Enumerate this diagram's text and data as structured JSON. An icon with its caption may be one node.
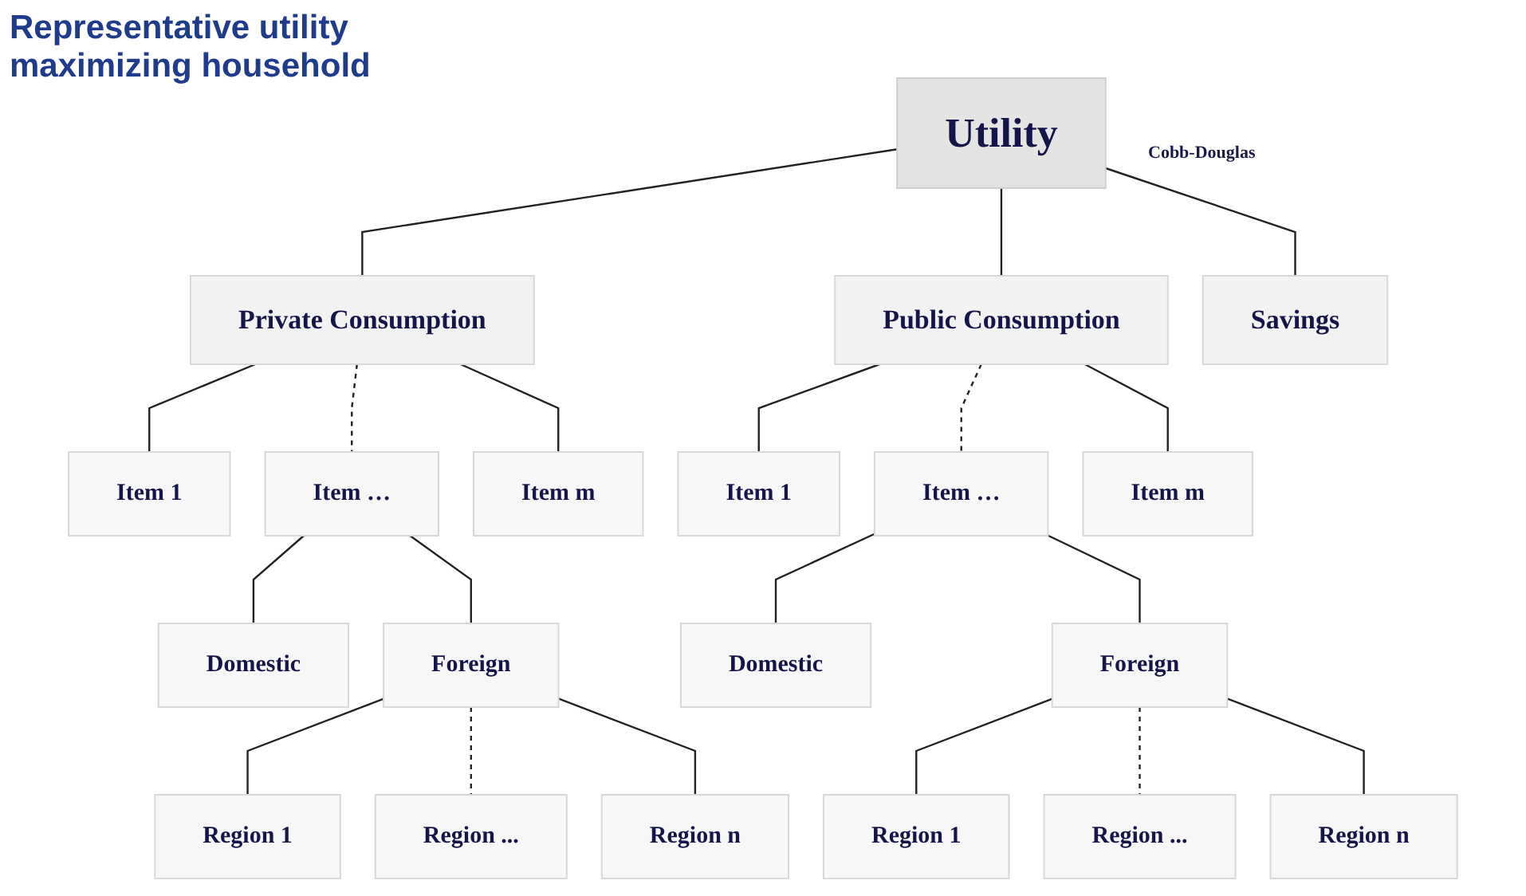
{
  "diagram": {
    "title": "Representative utility maximizing household",
    "nodes": [
      {
        "text": [
          "Utility"
        ]
      },
      {
        "text": [
          "Private Consumption"
        ]
      },
      {
        "text": [
          "Public Consumption"
        ]
      },
      {
        "text": [
          "Savings"
        ]
      },
      {
        "text": [
          "Item 1"
        ]
      },
      {
        "text": [
          "Item …"
        ]
      },
      {
        "text": [
          "Item m"
        ]
      },
      {
        "text": [
          "Domestic"
        ]
      },
      {
        "text": [
          "Foreign"
        ]
      },
      {
        "text": [
          "Region 1"
        ]
      },
      {
        "text": [
          "Region ..."
        ]
      },
      {
        "text": [
          "Region n"
        ]
      },
      {
        "text": [
          "Item 1"
        ]
      },
      {
        "text": [
          "Item …"
        ]
      },
      {
        "text": [
          "Item m"
        ]
      },
      {
        "text": [
          "Domestic"
        ]
      },
      {
        "text": [
          "Foreign"
        ]
      },
      {
        "text": [
          "Region 1"
        ]
      },
      {
        "text": [
          "Region ..."
        ]
      },
      {
        "text": [
          "Region n"
        ]
      }
    ],
    "edges": [
      {
        "from": 0,
        "to": 1,
        "arrow": "none"
      },
      {
        "from": 0,
        "to": 2,
        "arrow": "none"
      },
      {
        "from": 0,
        "to": 3,
        "arrow": "none"
      },
      {
        "from": 1,
        "to": 4,
        "arrow": "none"
      },
      {
        "from": 1,
        "to": 5,
        "arrow": "none",
        "style": "dashed"
      },
      {
        "from": 1,
        "to": 6,
        "arrow": "none"
      },
      {
        "from": 5,
        "to": 7,
        "arrow": "none"
      },
      {
        "from": 5,
        "to": 8,
        "arrow": "none"
      },
      {
        "from": 8,
        "to": 9,
        "arrow": "none"
      },
      {
        "from": 8,
        "to": 10,
        "arrow": "none",
        "style": "dashed"
      },
      {
        "from": 8,
        "to": 11,
        "arrow": "none"
      },
      {
        "from": 2,
        "to": 12,
        "arrow": "none"
      },
      {
        "from": 2,
        "to": 13,
        "arrow": "none",
        "style": "dashed"
      },
      {
        "from": 2,
        "to": 14,
        "arrow": "none"
      },
      {
        "from": 13,
        "to": 15,
        "arrow": "none"
      },
      {
        "from": 13,
        "to": 16,
        "arrow": "none"
      },
      {
        "from": 16,
        "to": 17,
        "arrow": "none"
      },
      {
        "from": 16,
        "to": 18,
        "arrow": "none",
        "style": "dashed"
      },
      {
        "from": 16,
        "to": 19,
        "arrow": "none"
      }
    ],
    "labels": [
      "Cobb-Douglas"
    ]
  }
}
